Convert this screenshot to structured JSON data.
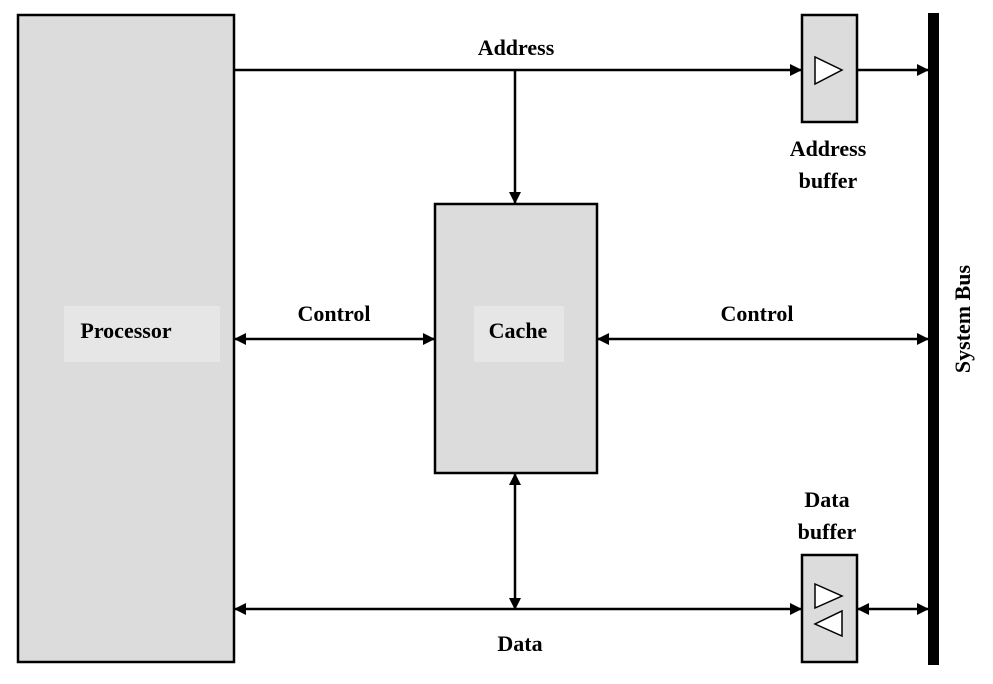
{
  "labels": {
    "processor": "Processor",
    "cache": "Cache",
    "address": "Address",
    "address_buffer_line1": "Address",
    "address_buffer_line2": "buffer",
    "data_buffer_line1": "Data",
    "data_buffer_line2": "buffer",
    "control_left": "Control",
    "control_right": "Control",
    "data": "Data",
    "system_bus": "System Bus"
  }
}
